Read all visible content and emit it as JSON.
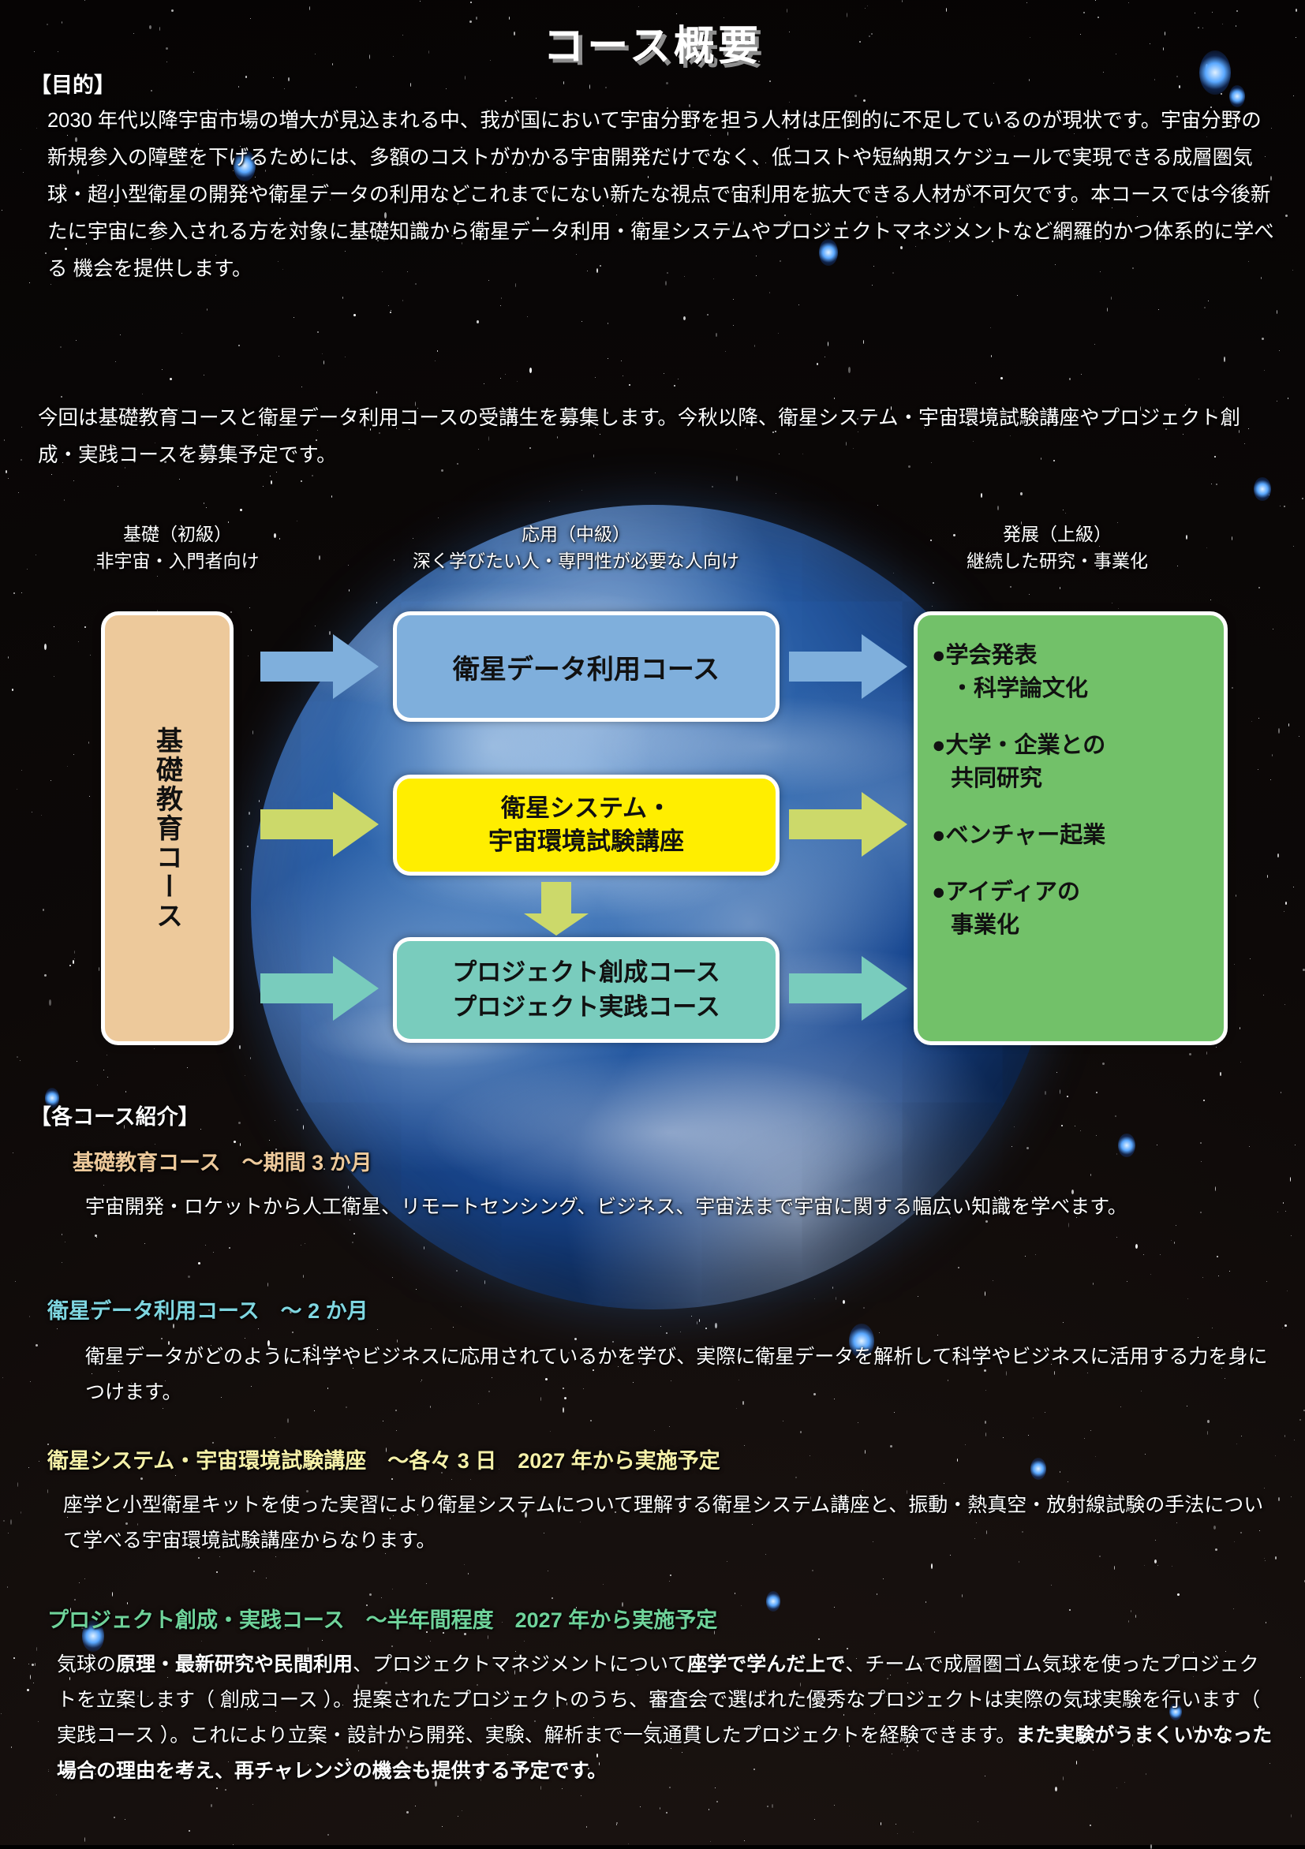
{
  "title": "コース概要",
  "purpose": {
    "label": "【目的】",
    "paragraphs": [
      "2030 年代以降宇宙市場の増大が見込まれる中、我が国において宇宙分野を担う人材は圧倒的に不足しているのが現状です。宇宙分野の新規参入の障壁を下げるためには、多額のコストがかかる宇宙開発だけでなく、低コストや短納期スケジュールで実現できる成層圏気球・超小型衛星の開発や衛星データの利用などこれまでにない新たな視点で宙利用を拡大できる人材が不可欠です。本コースでは今後新たに宇宙に参入される方を対象に基礎知識から衛星データ利用・衛星システムやプロジェクトマネジメントなど網羅的かつ体系的に学べる 機会を提供します。",
      "今回は基礎教育コースと衛星データ利用コースの受講生を募集します。今秋以降、衛星システム・宇宙環境試験講座やプロジェクト創成・実践コースを募集予定です。"
    ]
  },
  "diagram": {
    "columns": [
      {
        "level": "基礎（初級）",
        "audience": "非宇宙・入門者向け"
      },
      {
        "level": "応用（中級）",
        "audience": "深く学びたい人・専門性が必要な人向け"
      },
      {
        "level": "発展（上級）",
        "audience": "継続した研究・事業化"
      }
    ],
    "basic_box": "基礎教育コース",
    "mid_boxes": [
      {
        "name": "衛星データ利用コース",
        "color": "#7fafdc"
      },
      {
        "name": "衛星システム・\n宇宙環境試験講座",
        "color": "#ffee00"
      },
      {
        "name": "プロジェクト創成コース\nプロジェクト実践コース",
        "color": "#79ccbd"
      }
    ],
    "advanced_items": [
      {
        "line1": "●学会発表",
        "line2": "・科学論文化"
      },
      {
        "line1": "●大学・企業との",
        "line2": "共同研究"
      },
      {
        "line1": "●ベンチャー起業",
        "line2": ""
      },
      {
        "line1": "●アイディアの",
        "line2": "事業化"
      }
    ],
    "arrow_colors": {
      "blue": "#7fafdc",
      "yellow_green": "#ccd96a",
      "teal": "#79ccbd"
    }
  },
  "courses": {
    "label": "【各コース紹介】",
    "items": [
      {
        "heading": "基礎教育コース　〜期間 3 か月",
        "heading_color": "#edc99b",
        "body": "宇宙開発・ロケットから人工衛星、リモートセンシング、ビジネス、宇宙法まで宇宙に関する幅広い知識を学べます。"
      },
      {
        "heading": "衛星データ利用コース　〜 2 か月",
        "heading_color": "#7fd6e0",
        "body": "衛星データがどのように科学やビジネスに応用されているかを学び、実際に衛星データを解析して科学やビジネスに活用する力を身につけます。"
      },
      {
        "heading": "衛星システム・宇宙環境試験講座　〜各々 3 日　2027 年から実施予定",
        "heading_color": "#f5f0a8",
        "body": "座学と小型衛星キットを使った実習により衛星システムについて理解する衛星システム講座と、振動・熱真空・放射線試験の手法について学べる宇宙環境試験講座からなります。"
      },
      {
        "heading": "プロジェクト創成・実践コース　〜半年間程度　2027 年から実施予定",
        "heading_color": "#6fd39a",
        "body_segments": [
          {
            "text": "気球の",
            "bold": false
          },
          {
            "text": "原理・最新研究や民間利用",
            "bold": true
          },
          {
            "text": "、プロジェクトマネジメントについて",
            "bold": false
          },
          {
            "text": "座学で学んだ上で",
            "bold": true
          },
          {
            "text": "、チームで成層圏ゴム気球を使ったプロジェクトを立案します（ 創成コース ）。提案されたプロジェクトのうち、審査会で選ばれた優秀なプロジェクトは実際の気球実験を行います（ 実践コース ）。これにより立案・設計から開発、実験、解析まで一気通貫したプロジェクトを経験できます。",
            "bold": false
          },
          {
            "text": "また実験がうまくいかなった場合の理由を考え、再チャレンジの機会も提供する予定です。",
            "bold": true
          }
        ]
      }
    ]
  }
}
